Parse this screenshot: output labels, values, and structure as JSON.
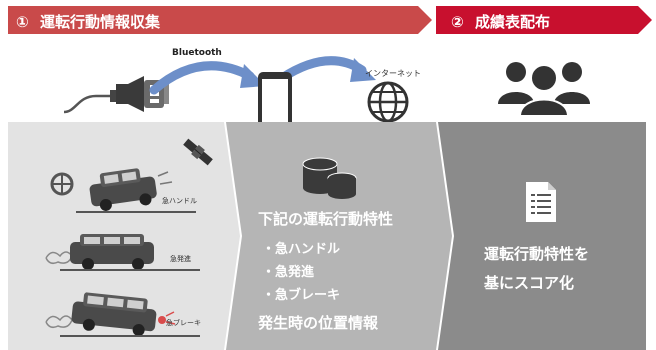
{
  "banner": {
    "step1": {
      "number": "①",
      "title": "運転行動情報収集",
      "color": "#c94a4a"
    },
    "step2": {
      "number": "②",
      "title": "成績表配布",
      "color": "#c8102e"
    }
  },
  "top": {
    "bluetooth_label": "Bluetooth",
    "internet_label": "インターネット",
    "arrow_color": "#6d8fc9"
  },
  "left_panel": {
    "scenes": [
      {
        "label": "急ハンドル"
      },
      {
        "label": "急発進"
      },
      {
        "label": "急ブレーキ"
      }
    ],
    "bg": "#e3e3e3"
  },
  "middle_panel": {
    "title": "下記の運転行動特性",
    "items": [
      "・急ハンドル",
      "・急発進",
      "・急ブレーキ"
    ],
    "footer": "発生時の位置情報",
    "bg": "#b5b5b5"
  },
  "right_panel": {
    "line1": "運転行動特性を",
    "line2": "基にスコア化",
    "bg": "#8b8b8b"
  }
}
